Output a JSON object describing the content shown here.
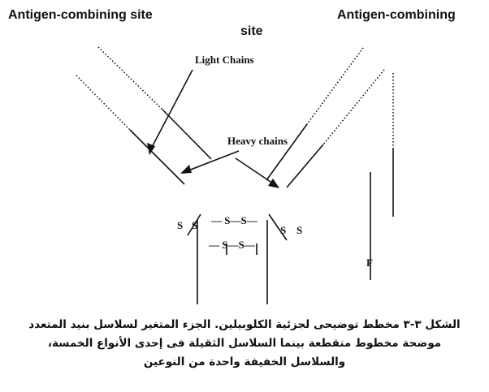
{
  "labels": {
    "antigen_site_left": "Antigen-combining site",
    "antigen_site_right_line1": "Antigen-combining",
    "antigen_site_right_line2": "site",
    "light_chains": "Light Chains",
    "heavy_chains": "Heavy chains",
    "fc_label": "F",
    "disulfide_s": "S",
    "disulfide_bridge": "— S—S—"
  },
  "caption": {
    "line1": "الشكل ٣-٣ مخطط توضيحى لجزئية الكلوبيلين. الجزء المتغير لسلاسل بنيد المتعدد",
    "line2": "موضحة مخطوط متقطعة بينما السلاسل الثقيلة فى إحدى الأنواع الخمسة،",
    "line3": "والسلاسل الخفيفة واحدة من النوعين"
  }
}
